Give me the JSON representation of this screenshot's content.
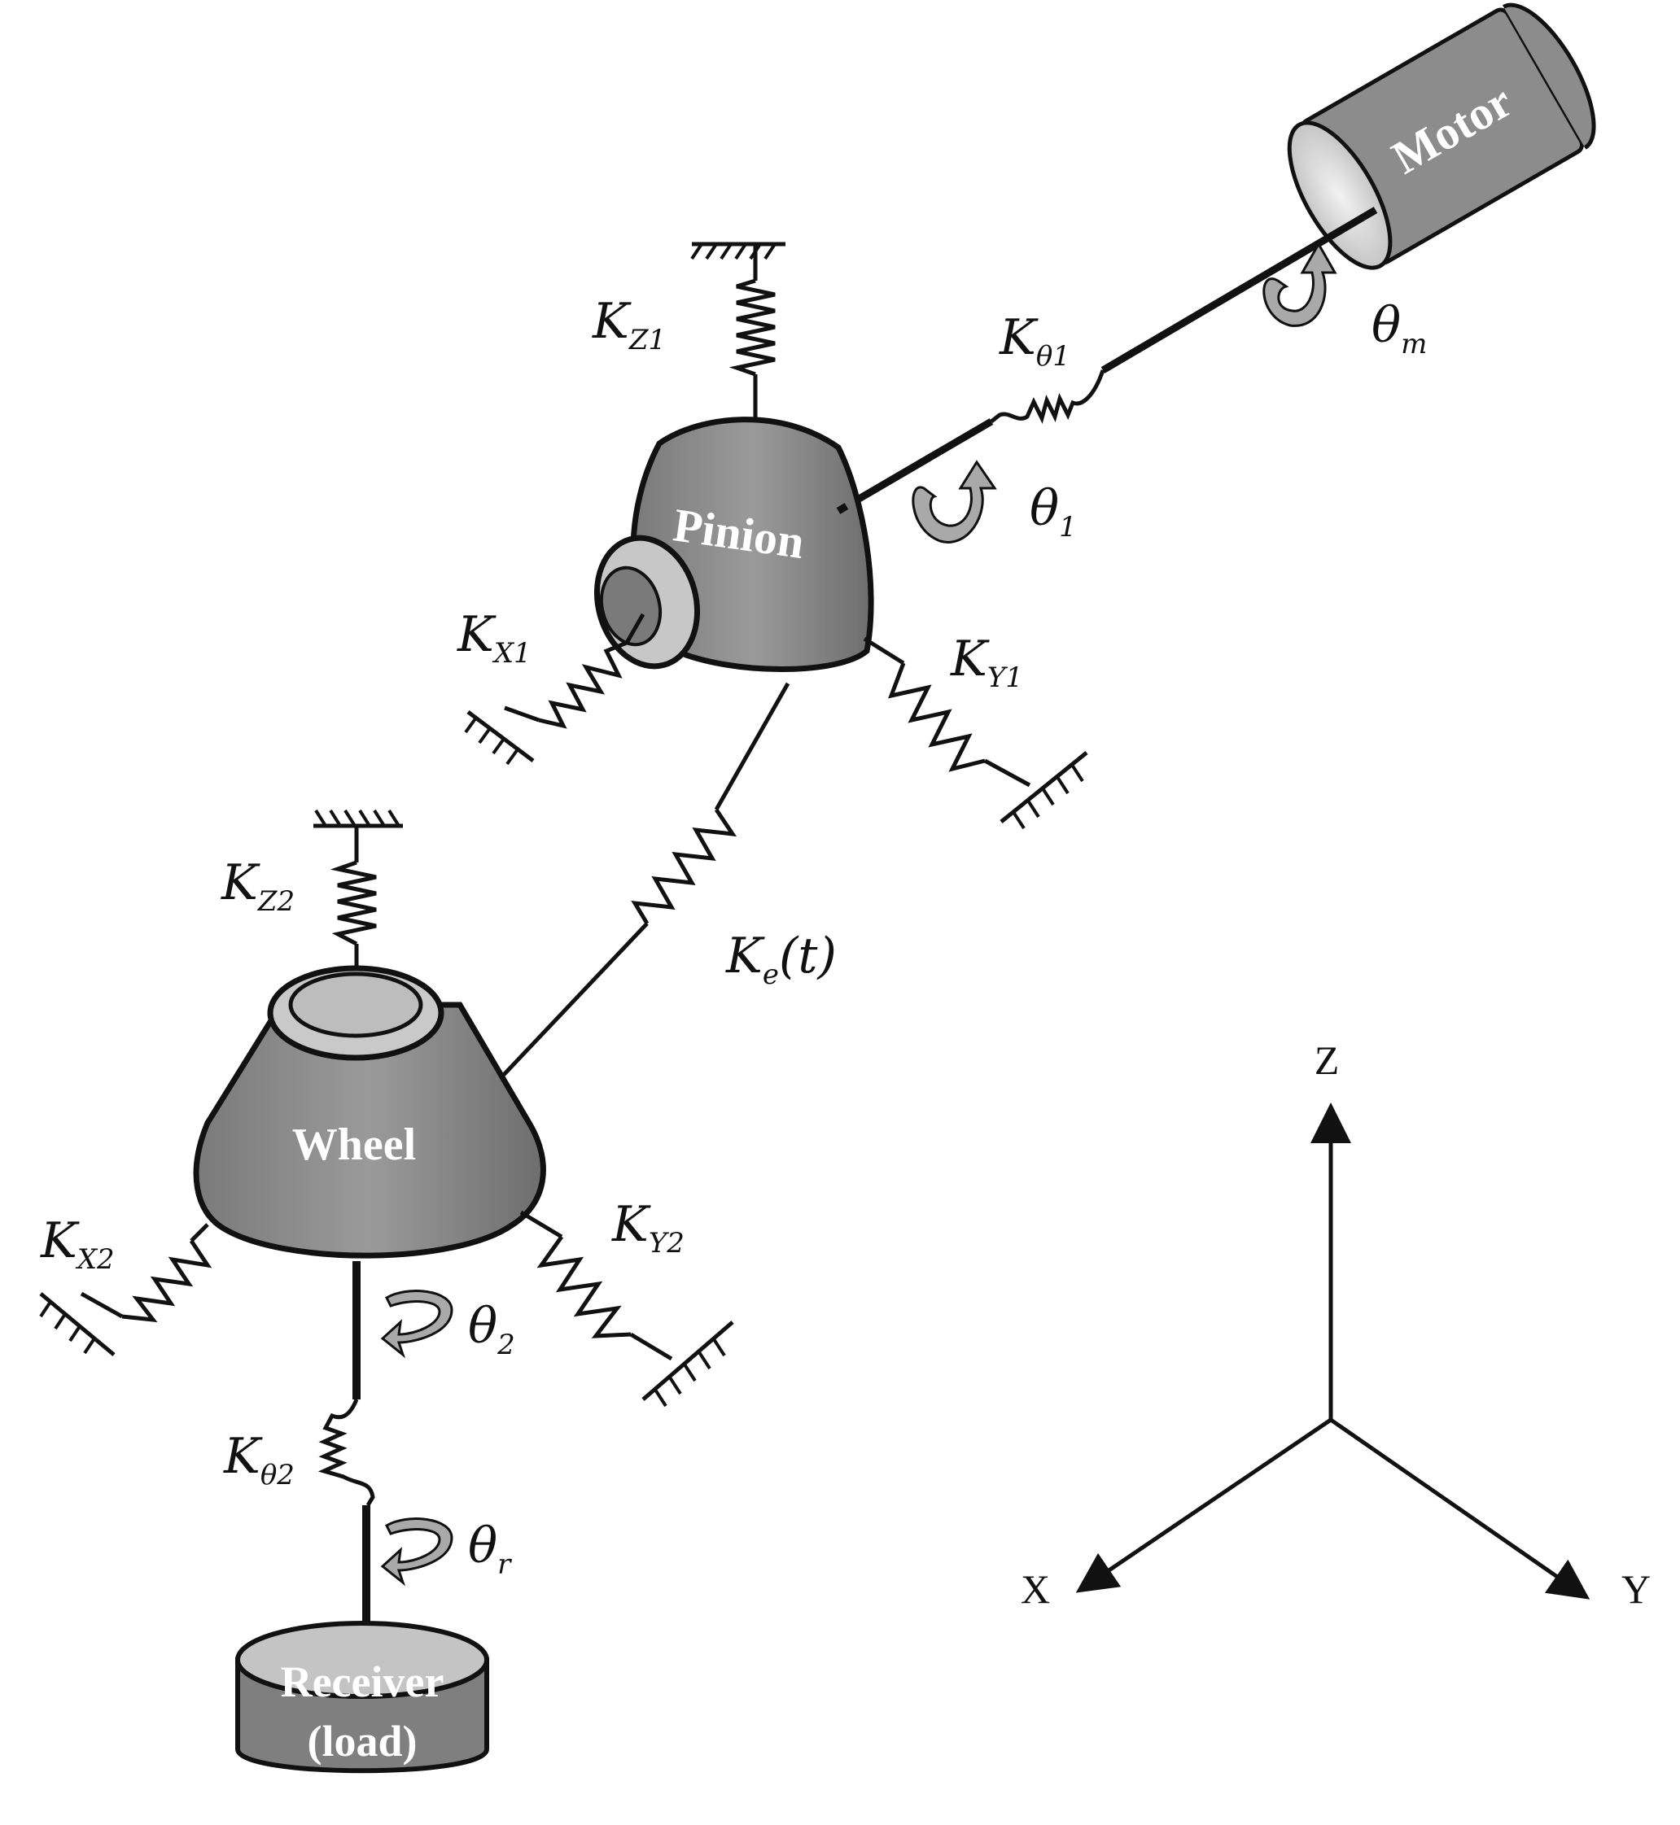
{
  "components": {
    "motor": "Motor",
    "pinion": "Pinion",
    "wheel": "Wheel",
    "receiver_line1": "Receiver",
    "receiver_line2": "(load)"
  },
  "springs": {
    "kz1": {
      "base": "K",
      "sub": "Z1"
    },
    "kx1": {
      "base": "K",
      "sub": "X1"
    },
    "ky1": {
      "base": "K",
      "sub": "Y1"
    },
    "ktheta1": {
      "base": "K",
      "sub": "θ1"
    },
    "ke": {
      "base": "K",
      "sub": "e",
      "suffix": "(t)"
    },
    "kz2": {
      "base": "K",
      "sub": "Z2"
    },
    "kx2": {
      "base": "K",
      "sub": "X2"
    },
    "ky2": {
      "base": "K",
      "sub": "Y2"
    },
    "ktheta2": {
      "base": "K",
      "sub": "θ2"
    }
  },
  "rotations": {
    "theta_m": {
      "base": "θ",
      "sub": "m"
    },
    "theta_1": {
      "base": "θ",
      "sub": "1"
    },
    "theta_2": {
      "base": "θ",
      "sub": "2"
    },
    "theta_r": {
      "base": "θ",
      "sub": "r"
    }
  },
  "axes": {
    "z": "Z",
    "x": "X",
    "y": "Y"
  },
  "colors": {
    "body_fill": "#8a8a8a",
    "body_light": "#c8c8c8",
    "ink": "#111111",
    "arrow_fill": "#a9a9a9"
  }
}
